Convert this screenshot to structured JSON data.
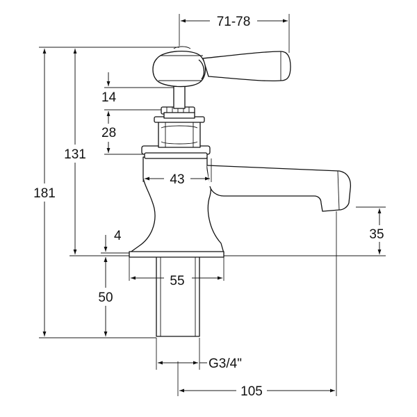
{
  "dimensions": {
    "handle_reach": "71-78",
    "total_height": "181",
    "height_to_base": "131",
    "handle_to_nut": "14",
    "nut_height": "28",
    "collar_width": "43",
    "spout_height": "35",
    "flange_thickness": "4",
    "base_width": "55",
    "shank_length": "50",
    "thread": "G3/4\"",
    "spout_reach": "105"
  },
  "colors": {
    "line": "#111111",
    "background": "#ffffff"
  }
}
